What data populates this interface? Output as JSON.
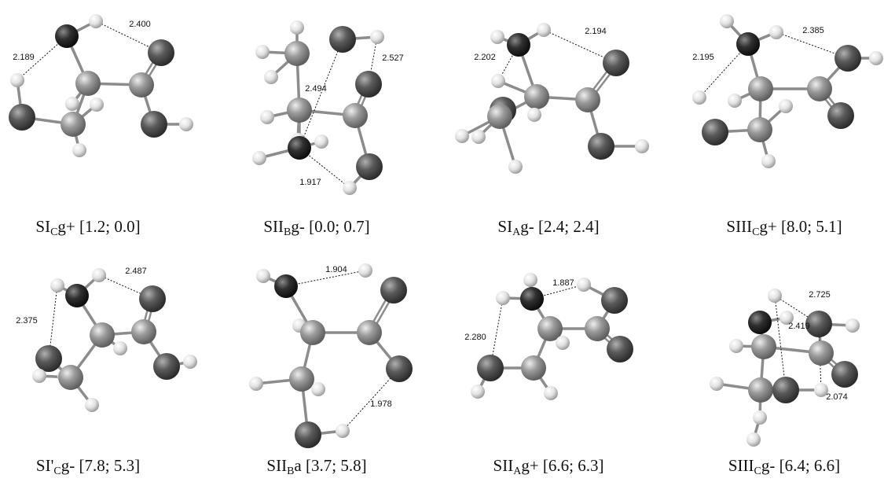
{
  "colors": {
    "background": "#ffffff",
    "oxygen": "#4a4a4a",
    "nitrogen": "#1f1f1f",
    "carbon": "#8a8a8a",
    "hydrogen": "#e8e8e8",
    "bond": "#8c8c8c",
    "hbond": "#111111"
  },
  "structures": [
    {
      "id": "s1",
      "name": {
        "pre": "SI",
        "sub": "C",
        "post": "g+ [1.2; 0.0]"
      },
      "distances": [
        "2.189",
        "2.400"
      ]
    },
    {
      "id": "s2",
      "name": {
        "pre": "SII",
        "sub": "B",
        "post": "g- [0.0; 0.7]"
      },
      "distances": [
        "2.527",
        "2.494",
        "1.917"
      ]
    },
    {
      "id": "s3",
      "name": {
        "pre": "SI",
        "sub": "A",
        "post": "g- [2.4; 2.4]"
      },
      "distances": [
        "2.202",
        "2.194"
      ]
    },
    {
      "id": "s4",
      "name": {
        "pre": "SIII",
        "sub": "C",
        "post": "g+ [8.0; 5.1]"
      },
      "distances": [
        "2.195",
        "2.385"
      ]
    },
    {
      "id": "s5",
      "name": {
        "pre": "SI'",
        "sub": "C",
        "post": "g- [7.8; 5.3]"
      },
      "distances": [
        "2.375",
        "2.487"
      ]
    },
    {
      "id": "s6",
      "name": {
        "pre": "SII",
        "sub": "B",
        "post": "a [3.7; 5.8]"
      },
      "distances": [
        "1.904",
        "1.978"
      ]
    },
    {
      "id": "s7",
      "name": {
        "pre": "SII",
        "sub": "A",
        "post": "g+ [6.6; 6.3]"
      },
      "distances": [
        "2.280",
        "1.887"
      ]
    },
    {
      "id": "s8",
      "name": {
        "pre": "SIII",
        "sub": "C",
        "post": "g- [6.4; 6.6]"
      },
      "distances": [
        "2.725",
        "2.419",
        "2.074"
      ]
    }
  ]
}
